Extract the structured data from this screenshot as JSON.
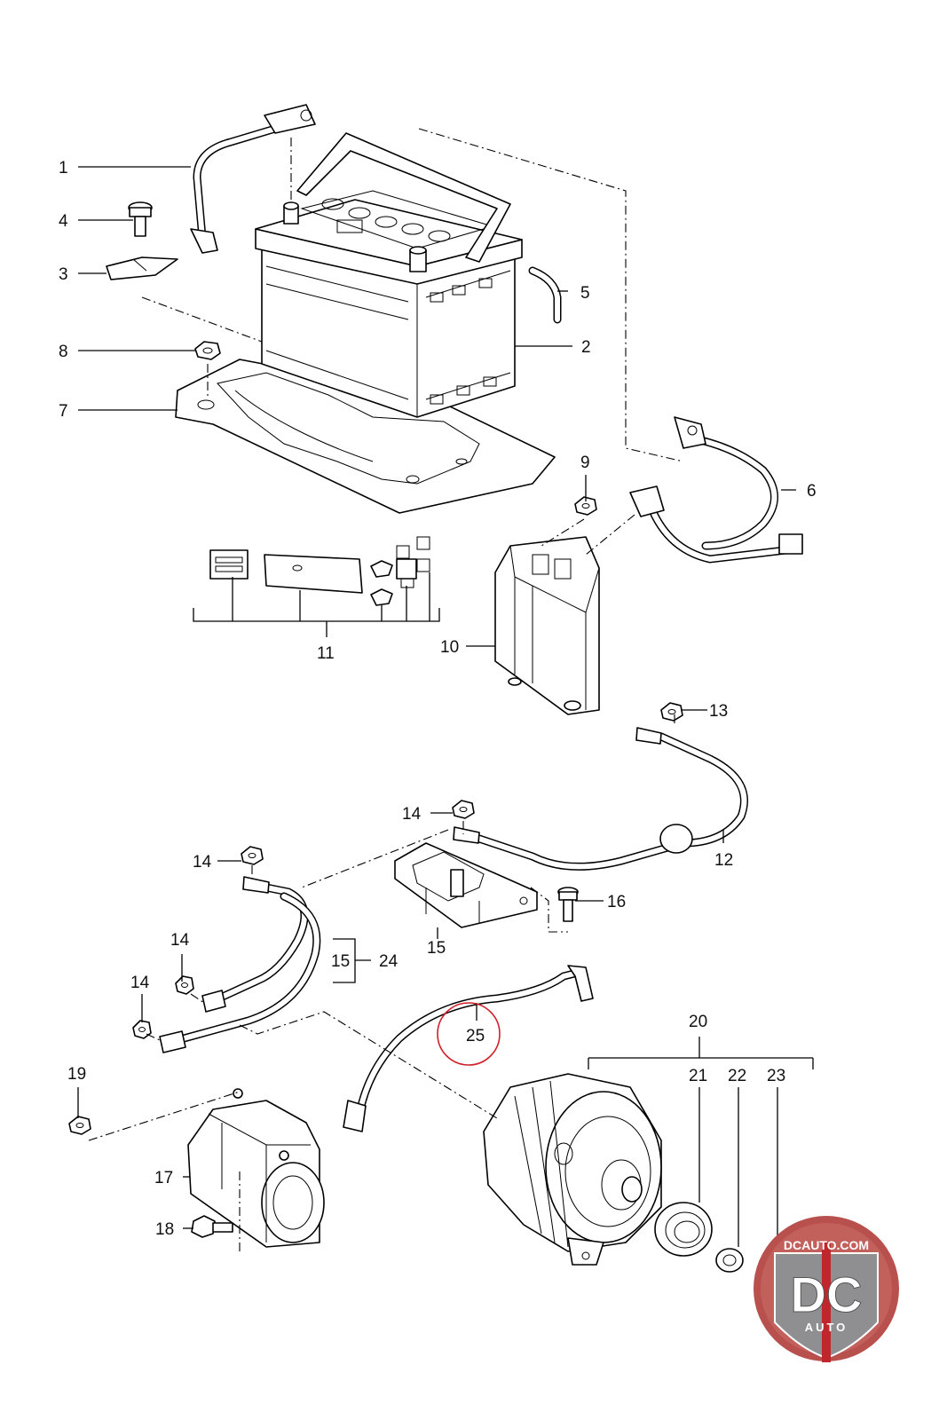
{
  "labels": {
    "p1": "1",
    "p2": "2",
    "p3": "3",
    "p4": "4",
    "p5": "5",
    "p6": "6",
    "p7": "7",
    "p8": "8",
    "p9": "9",
    "p10": "10",
    "p11": "11",
    "p12": "12",
    "p13": "13",
    "p14a": "14",
    "p14b": "14",
    "p14c": "14",
    "p14d": "14",
    "p15a": "15",
    "p15b": "15",
    "p16": "16",
    "p17": "17",
    "p18": "18",
    "p19": "19",
    "p20": "20",
    "p21": "21",
    "p22": "22",
    "p23": "23",
    "p24": "24",
    "p25": "25"
  },
  "logo": {
    "site": "DCAUTO.COM",
    "letters": "DC",
    "sub": "AUTO",
    "colors": {
      "ring": "#b8504d",
      "badge": "#8f8f92",
      "red": "#c0272d",
      "text": "#ffffff"
    }
  },
  "highlight": {
    "part": "25",
    "color": "#d0202a"
  }
}
